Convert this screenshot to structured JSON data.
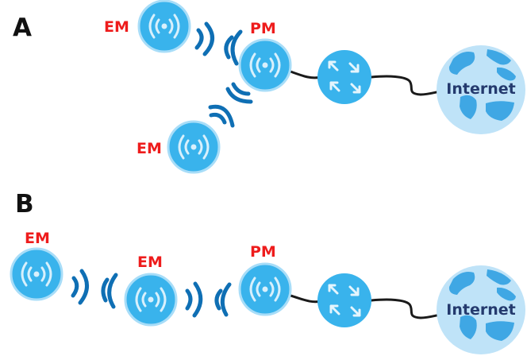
{
  "sections": [
    {
      "letter": "A",
      "nodes": [
        {
          "role": "EM",
          "label": "EM"
        },
        {
          "role": "PM",
          "label": "PM"
        },
        {
          "role": "EM",
          "label": "EM"
        }
      ],
      "router": "router",
      "internet": {
        "label": "Internet"
      }
    },
    {
      "letter": "B",
      "nodes": [
        {
          "role": "EM",
          "label": "EM"
        },
        {
          "role": "EM",
          "label": "EM"
        },
        {
          "role": "PM",
          "label": "PM"
        }
      ],
      "router": "router",
      "internet": {
        "label": "Internet"
      }
    }
  ],
  "icons": {
    "device": "wireless-extender-icon",
    "router": "router-icon",
    "internet": "globe-icon",
    "signal": "wireless-signal-icon"
  },
  "colors": {
    "device_fill": "#39b3ec",
    "device_ring": "#a8ddf8",
    "signal_wave": "#0f6fb4",
    "label_red": "#ee1c1c",
    "globe_ocean": "#bfe3f8",
    "globe_land": "#3fa7e4",
    "globe_text": "#243a6e",
    "cable": "#1a1a1a"
  }
}
